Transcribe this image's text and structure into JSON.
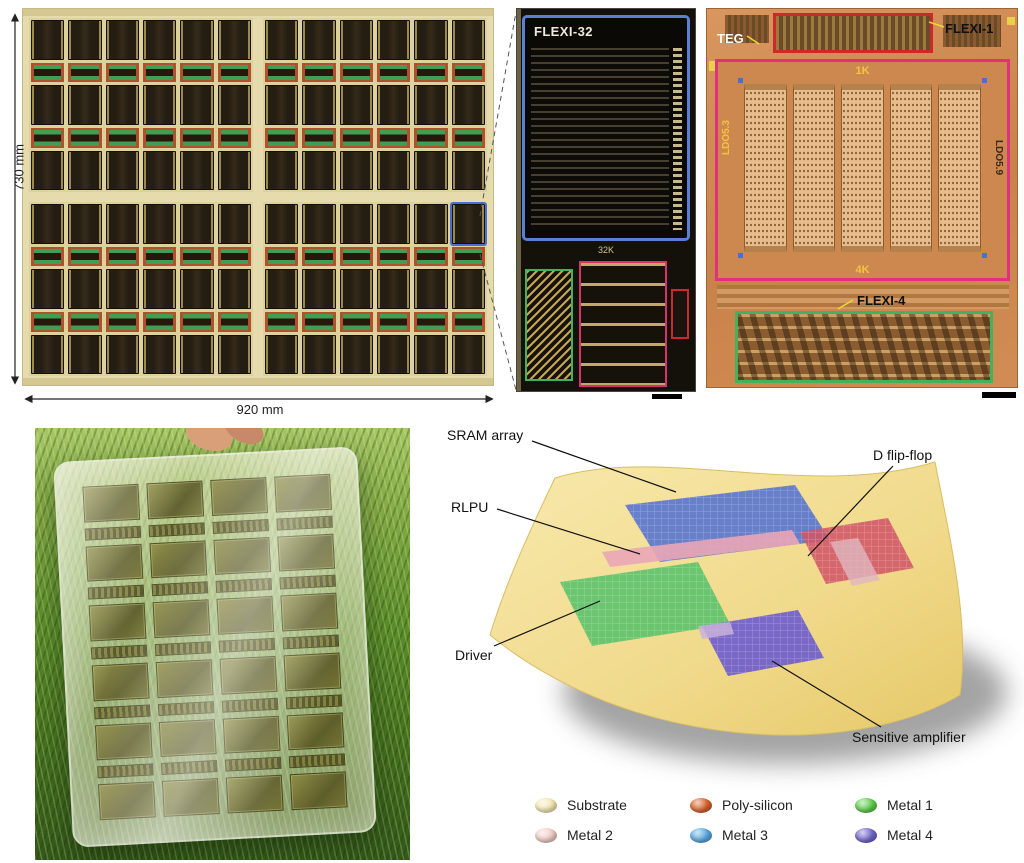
{
  "wafer": {
    "height_label": "730 mm",
    "width_label": "920 mm"
  },
  "flexi32": {
    "title": "FLEXI-32",
    "capacity_label": "32K"
  },
  "die": {
    "teg_label": "TEG",
    "flexi1_label": "FLEXI-1",
    "top_capacity_label": "1K",
    "ldo_left_label": "LDO5.3",
    "ldo_right_label": "LDO5.9",
    "bottom_capacity_label": "4K",
    "flexi4_label": "FLEXI-4"
  },
  "render3d": {
    "callout_sram": "SRAM array",
    "callout_rlpu": "RLPU",
    "callout_dff": "D flip-flop",
    "callout_driver": "Driver",
    "callout_amp": "Sensitive amplifier"
  },
  "legend": {
    "items": [
      {
        "label": "Substrate",
        "color": "#f6e9b4"
      },
      {
        "label": "Poly-silicon",
        "color": "#d8622c"
      },
      {
        "label": "Metal 1",
        "color": "#5ecf4a"
      },
      {
        "label": "Metal 2",
        "color": "#f2cfc8"
      },
      {
        "label": "Metal 3",
        "color": "#5aa9e2"
      },
      {
        "label": "Metal 4",
        "color": "#7166cb"
      }
    ]
  }
}
